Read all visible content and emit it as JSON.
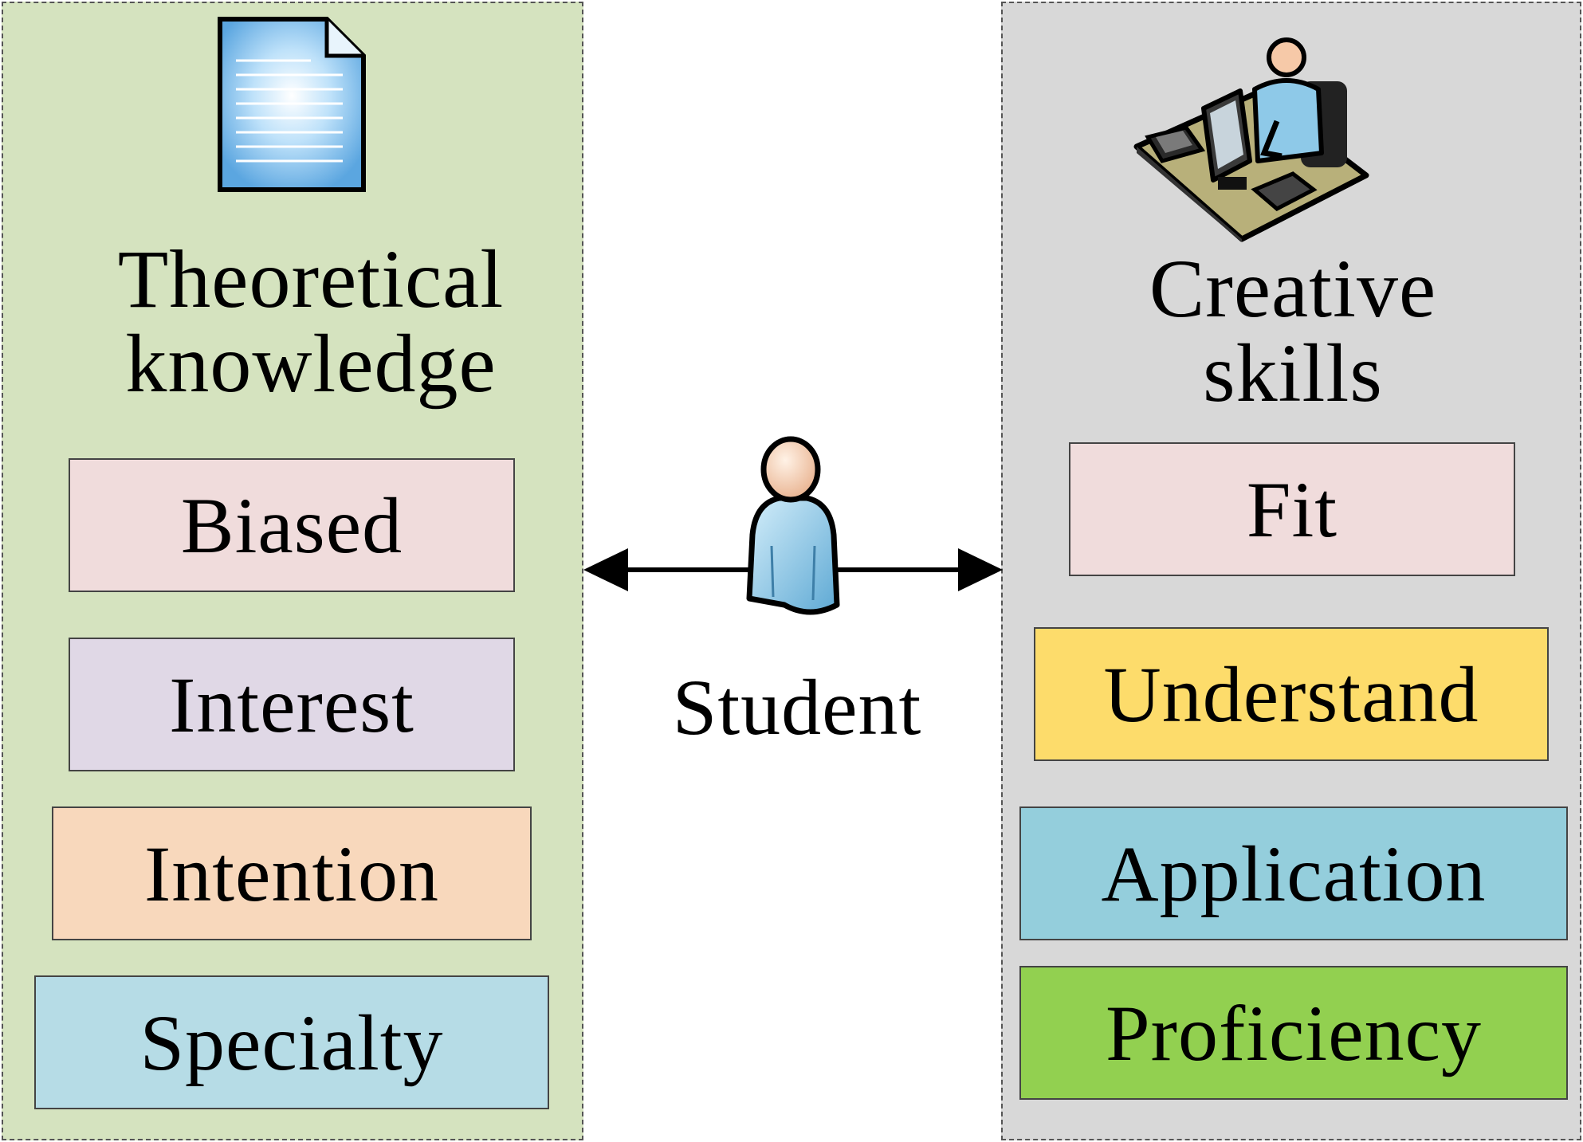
{
  "left_panel": {
    "title_line1": "Theoretical",
    "title_line2": "knowledge",
    "items": [
      {
        "label": "Biased",
        "color": "#f0dcdc"
      },
      {
        "label": "Interest",
        "color": "#e0d8e6"
      },
      {
        "label": "Intention",
        "color": "#f8d8bc"
      },
      {
        "label": "Specialty",
        "color": "#b6dce6"
      }
    ],
    "icon": "document-icon"
  },
  "right_panel": {
    "title_line1": "Creative",
    "title_line2": "skills",
    "items": [
      {
        "label": "Fit",
        "color": "#f0dcdc"
      },
      {
        "label": "Understand",
        "color": "#fddc6b"
      },
      {
        "label": "Application",
        "color": "#94cedc"
      },
      {
        "label": "Proficiency",
        "color": "#92d050"
      }
    ],
    "icon": "workstation-icon"
  },
  "center": {
    "label": "Student",
    "icon": "student-icon"
  }
}
